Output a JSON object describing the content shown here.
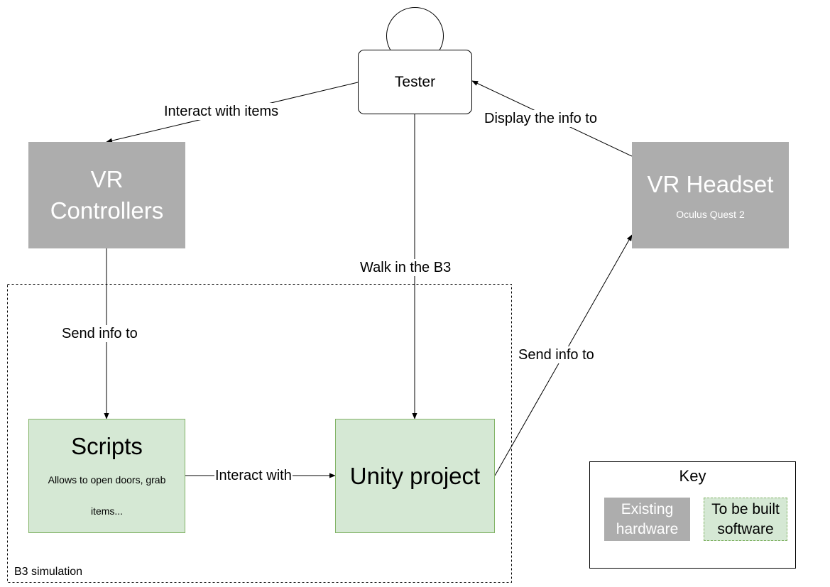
{
  "tester": {
    "label": "Tester"
  },
  "vr_controllers": {
    "title": "VR Controllers"
  },
  "vr_headset": {
    "title": "VR Headset",
    "subtitle": "Oculus Quest 2"
  },
  "scripts": {
    "title": "Scripts",
    "subtitle": "Allows to open doors, grab items..."
  },
  "unity_project": {
    "title": "Unity project"
  },
  "boundary": {
    "label": "B3 simulation"
  },
  "edges": {
    "tester_to_controllers": "Interact with items",
    "headset_to_tester": "Display the info to",
    "tester_to_unity": "Walk in the B3",
    "controllers_to_scripts": "Send info to",
    "unity_to_headset": "Send info to",
    "scripts_to_unity": "Interact with"
  },
  "key": {
    "title": "Key",
    "existing": "Existing hardware",
    "to_build": "To be built software"
  },
  "colors": {
    "hardware_fill": "#adadad",
    "software_fill": "#d5e8d4",
    "software_border": "#82b366",
    "line": "#000000"
  }
}
